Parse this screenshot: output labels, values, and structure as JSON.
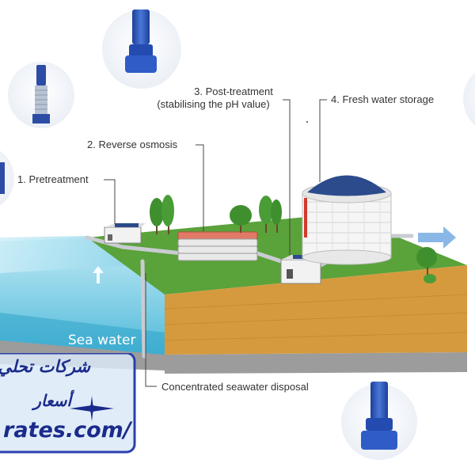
{
  "labels": {
    "pretreatment": "1. Pretreatment",
    "reverse_osmosis": "2. Reverse osmosis",
    "post_treatment_line1": "3. Post-treatment",
    "post_treatment_line2": "(stabilising the pH value)",
    "fresh_water_storage": "4. Fresh water storage",
    "concentrated_disposal": "Concentrated seawater disposal",
    "sea_water": "Sea water"
  },
  "banner": {
    "arabic_line1": "شركات تحلي",
    "arabic_line2": "أسعار",
    "url_text": "rates.com/"
  },
  "colors": {
    "sea": "#5fc3dd",
    "grass": "#5aa23a",
    "soil": "#d69a3e",
    "tank_roof": "#2b4b8c",
    "arrow": "#8ab8e6",
    "banner_border": "#2b3fae",
    "banner_text": "#1a2b8c"
  },
  "icons": [
    "pump-icon",
    "multistage-pump-icon",
    "water-tank-icon",
    "tree-icon",
    "flow-arrow-icon"
  ]
}
